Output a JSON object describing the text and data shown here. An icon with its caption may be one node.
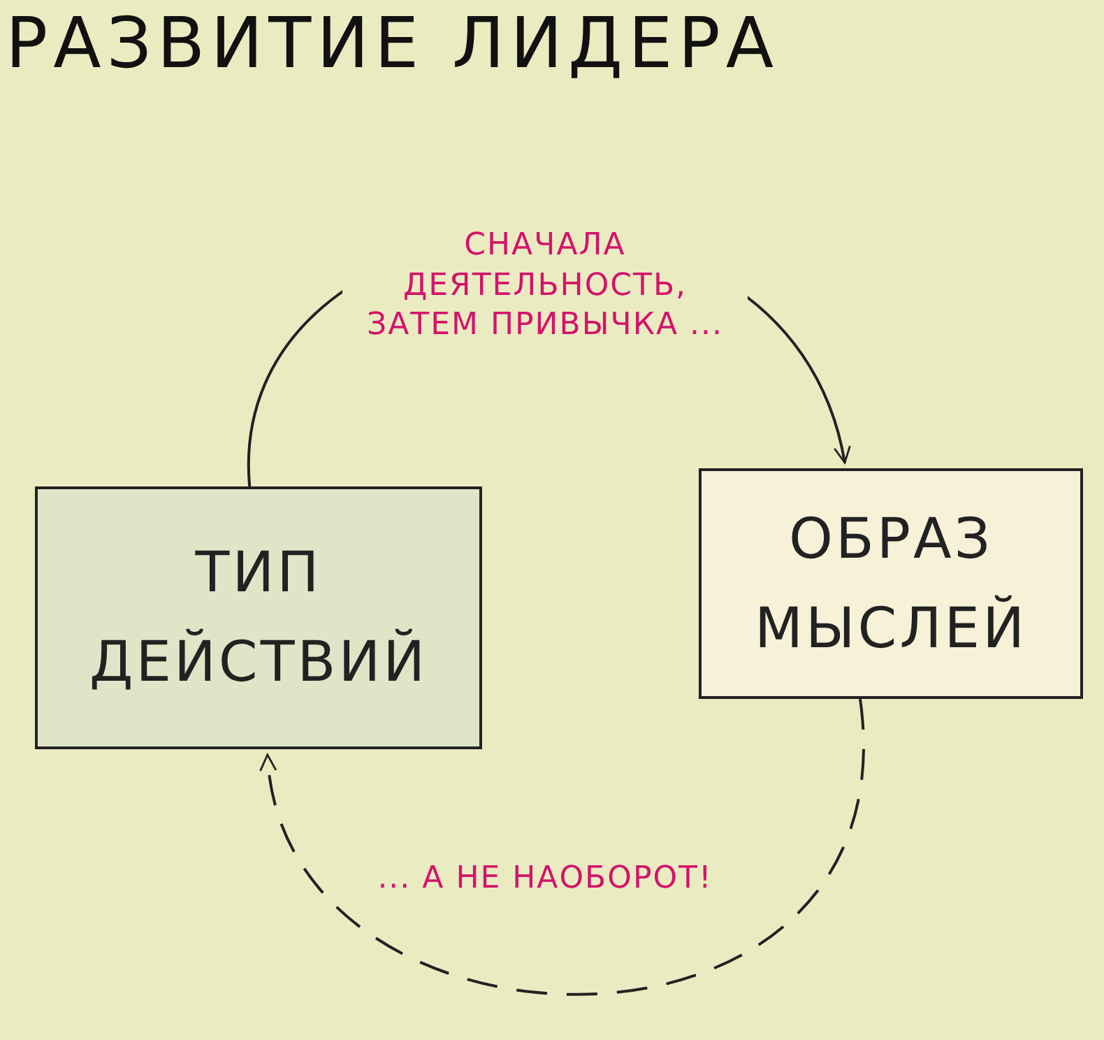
{
  "diagram": {
    "title": "РАЗВИТИЕ ЛИДЕРА",
    "nodes": [
      {
        "text": [
          "ТИП ДЕЙСТВИЙ"
        ]
      },
      {
        "text": [
          "ОБРАЗ МЫСЛЕЙ"
        ]
      }
    ],
    "edges": [
      {
        "from": 0,
        "to": 1,
        "arrow": "to",
        "label": "СНАЧАЛА ДЕЯТЕЛЬНОСТЬ, ЗАТЕМ ПРИВЫЧКА ..."
      },
      {
        "from": 1,
        "to": 0,
        "arrow": "to",
        "label": "... А НЕ НАОБОРОТ!",
        "style": "dashed"
      }
    ]
  }
}
